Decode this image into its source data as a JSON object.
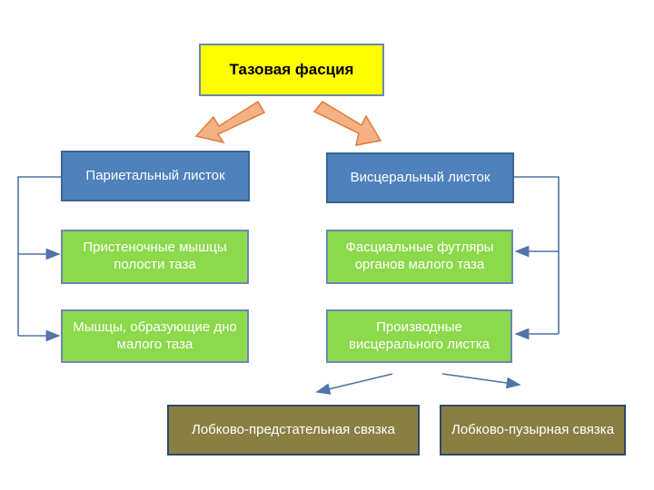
{
  "diagram": {
    "root": "Тазовая фасция",
    "parietal": "Париетальный листок",
    "visceral": "Висцеральный листок",
    "parietal_items": [
      "Пристеночные мышцы полости таза",
      "Мышцы, образующие дно малого таза"
    ],
    "visceral_items": [
      "Фасциальные футляры органов малого таза",
      "Производные висцерального листка"
    ],
    "ligaments": [
      "Лобково-предстательная связка",
      "Лобково-пузырная связка"
    ]
  },
  "colors": {
    "root_fill": "#ffff00",
    "blue_fill": "#4f81bd",
    "green_fill": "#8cd94c",
    "olive_fill": "#8a7f42",
    "arrow_fill": "#f4b183",
    "connector": "#4f74a8"
  }
}
